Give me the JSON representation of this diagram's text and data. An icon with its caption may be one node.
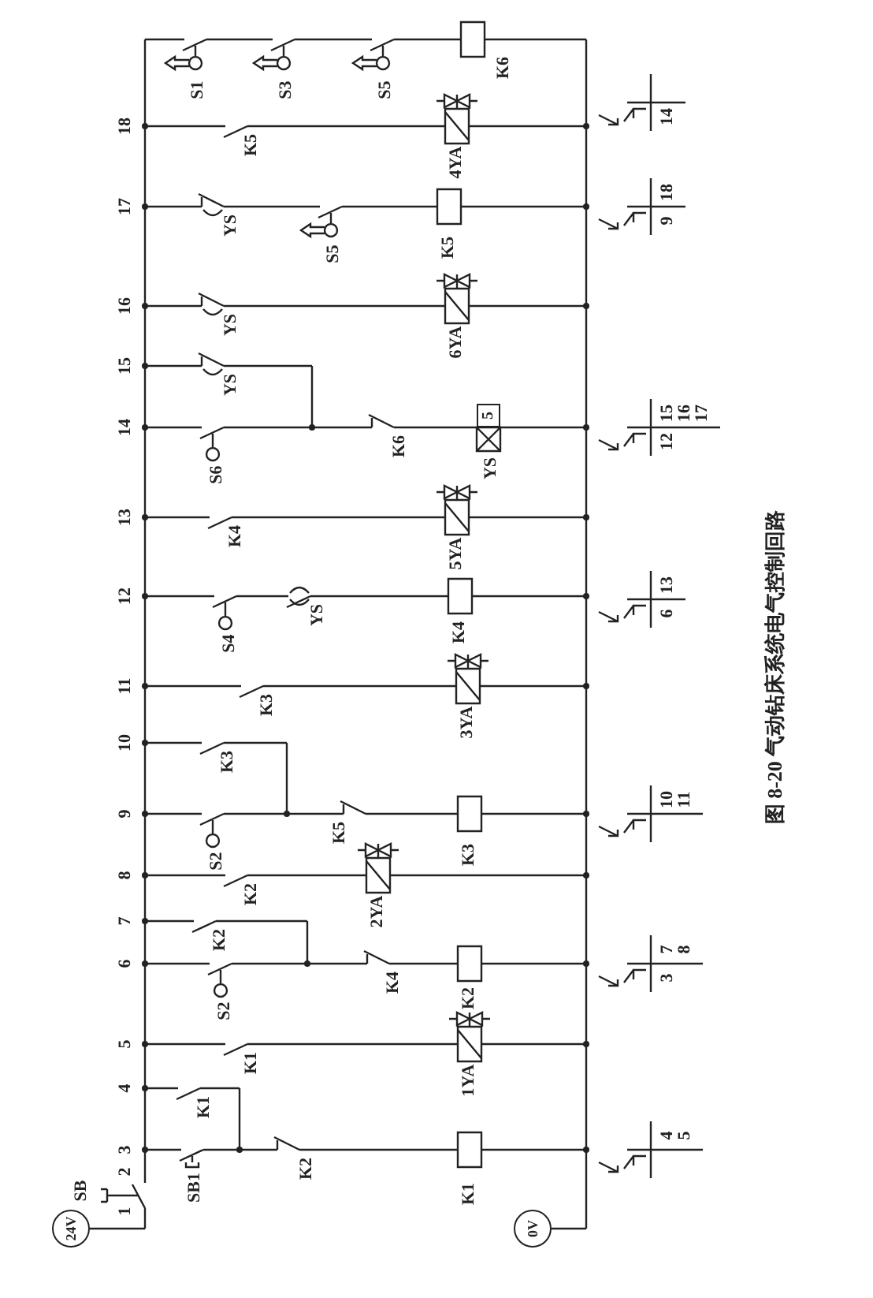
{
  "diagram": {
    "caption": "图 8-20 气动钻床系统电气控制回路",
    "nodes": [
      {
        "text": [
          "24V"
        ]
      },
      {
        "text": [
          "0V"
        ]
      },
      {
        "text": [
          "5"
        ],
        "beside": [
          "YS"
        ]
      }
    ],
    "labels": [
      "SB",
      "1",
      "2",
      "3",
      "4",
      "5",
      "6",
      "7",
      "8",
      "9",
      "10",
      "11",
      "12",
      "13",
      "14",
      "15",
      "16",
      "17",
      "18",
      "SB1",
      "K2",
      "K1",
      "K1",
      "K1",
      "1YA",
      "S2",
      "K4",
      "K2",
      "K2",
      "K2",
      "2YA",
      "S2",
      "K5",
      "K3",
      "K3",
      "K3",
      "3YA",
      "S4",
      "YS",
      "K4",
      "K4",
      "5YA",
      "S6",
      "K6",
      "YS",
      "YS",
      "6YA",
      "YS",
      "S5",
      "K5",
      "K5",
      "4YA",
      "S1",
      "S3",
      "S5",
      "K6",
      "4",
      "5",
      "3",
      "7",
      "8",
      "10",
      "11",
      "6",
      "13",
      "12",
      "15",
      "16",
      "17",
      "9",
      "18",
      "14"
    ]
  }
}
